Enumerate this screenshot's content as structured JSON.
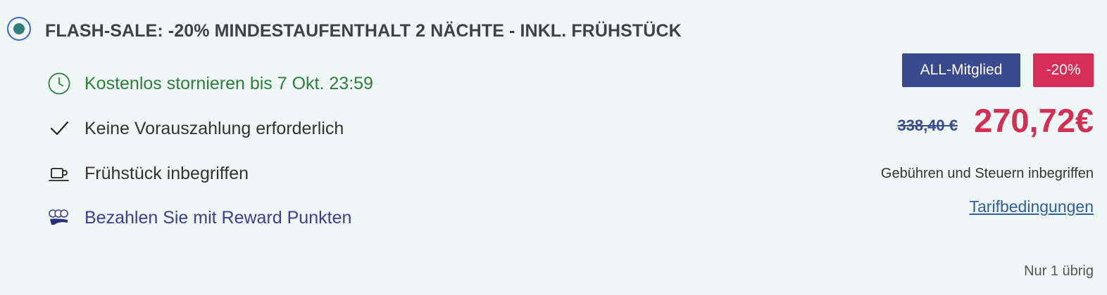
{
  "rate": {
    "title": "FLASH-SALE: -20% MINDESTAUFENTHALT 2 NÄCHTE - INKL. FRÜHSTÜCK",
    "selected": true
  },
  "features": {
    "cancellation": {
      "icon": "clock-icon",
      "text": "Kostenlos stornieren bis 7 Okt. 23:59"
    },
    "prepayment": {
      "icon": "checkmark-icon",
      "text": "Keine Vorauszahlung erforderlich"
    },
    "breakfast": {
      "icon": "coffee-cup-icon",
      "text": "Frühstück inbegriffen"
    },
    "reward": {
      "icon": "reward-coins-icon",
      "text": "Bezahlen Sie mit Reward Punkten"
    }
  },
  "badges": {
    "member": "ALL-Mitglied",
    "discount": "-20%"
  },
  "price": {
    "original": "338,40 €",
    "current": "270,72€",
    "fees_note": "Gebühren und Steuern inbegriffen"
  },
  "links": {
    "conditions": "Tarifbedingungen"
  },
  "availability": "Nur 1 übrig",
  "colors": {
    "background": "#eff8f6",
    "member_badge": "#3a4a8e",
    "discount_badge": "#d72d57",
    "price": "#d22f54",
    "cancellation_text": "#2e7d3e",
    "reward_text": "#3c3f8f",
    "radio_ring": "#3b66c4",
    "radio_dot": "#2f7f7b"
  }
}
